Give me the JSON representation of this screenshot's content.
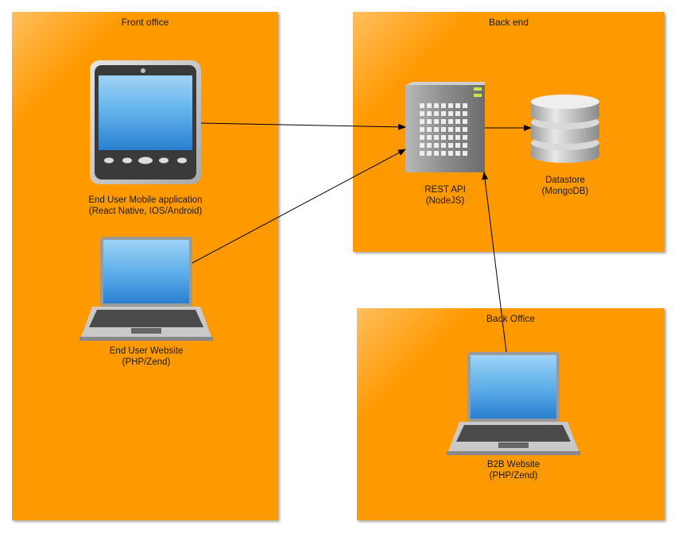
{
  "panels": {
    "front_office": "Front office",
    "back_end": "Back end",
    "back_office": "Back Office"
  },
  "nodes": {
    "mobile_app": {
      "line1": "End User Mobile application",
      "line2": "(React Native, IOS/Android)"
    },
    "end_user_website": {
      "line1": "End User Website",
      "line2": "(PHP/Zend)"
    },
    "rest_api": {
      "line1": "REST API",
      "line2": "(NodeJS)"
    },
    "datastore": {
      "line1": "Datastore",
      "line2": "(MongoDB)"
    },
    "b2b_website": {
      "line1": "B2B Website",
      "line2": "(PHP/Zend)"
    }
  },
  "edges": [
    {
      "from": "mobile_app",
      "to": "rest_api"
    },
    {
      "from": "end_user_website",
      "to": "rest_api"
    },
    {
      "from": "rest_api",
      "to": "datastore"
    },
    {
      "from": "b2b_website",
      "to": "rest_api"
    }
  ],
  "colors": {
    "panel": "#ff9900",
    "arrow": "#000000"
  },
  "icons": {
    "mobile_app": "tablet-icon",
    "end_user_website": "laptop-icon",
    "rest_api": "server-icon",
    "datastore": "database-icon",
    "b2b_website": "laptop-icon"
  }
}
